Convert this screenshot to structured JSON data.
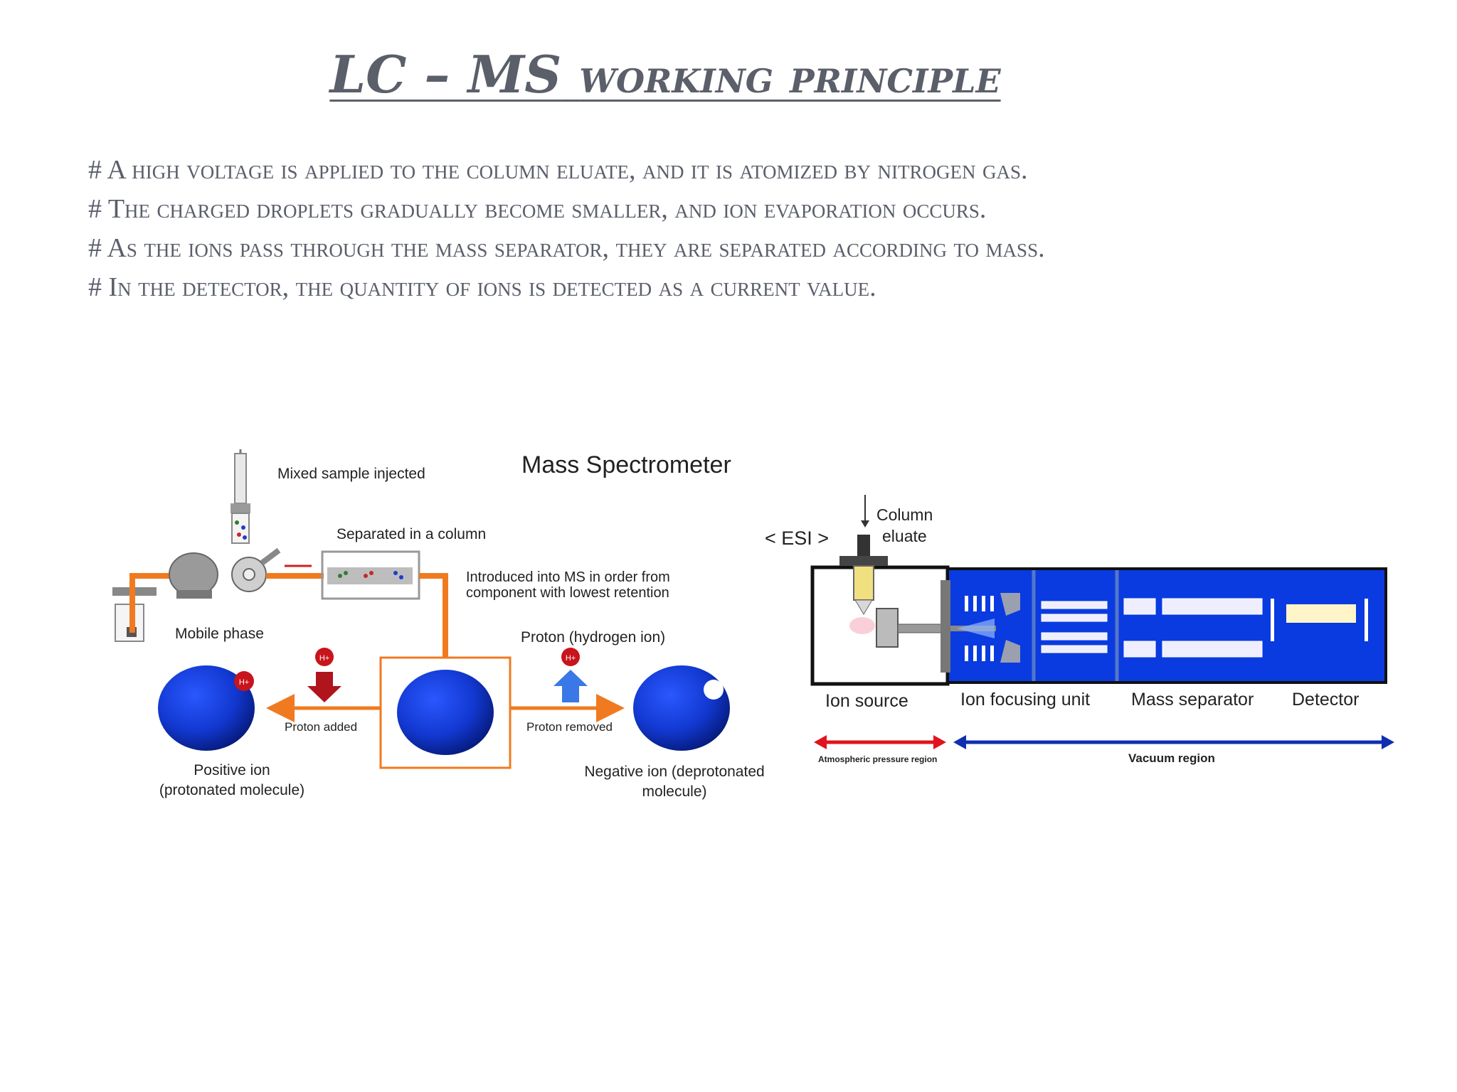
{
  "title": {
    "lead": "LC – MS",
    "rest": "working principle"
  },
  "bullets": [
    "# A high voltage is applied to the column eluate, and it is atomized by nitrogen gas.",
    "# The charged droplets gradually become smaller, and ion evaporation occurs.",
    "# As the ions pass through the mass separator, they are separated according to mass.",
    "# In the detector, the quantity of ions is detected as a current value."
  ],
  "diagram": {
    "heading": "Mass Spectrometer",
    "mixed_sample": "Mixed sample injected",
    "separated": "Separated in a column",
    "introduced_1": "Introduced into MS in order from",
    "introduced_2": "component with lowest retention",
    "mobile_phase": "Mobile phase",
    "proton_hydrogen": "Proton (hydrogen ion)",
    "h_label": "H+",
    "proton_added": "Proton added",
    "proton_removed": "Proton removed",
    "positive_1": "Positive ion",
    "positive_2": "(protonated molecule)",
    "negative_1": "Negative ion (deprotonated",
    "negative_2": "molecule)",
    "esi": "< ESI >",
    "column_1": "Column",
    "column_2": "eluate",
    "ion_source": "Ion source",
    "ion_focusing": "Ion focusing unit",
    "mass_separator": "Mass separator",
    "detector": "Detector",
    "atmospheric": "Atmospheric pressure region",
    "vacuum": "Vacuum region"
  },
  "colors": {
    "text": "#5a5f6a",
    "orange": "#f07a20",
    "blue": "#0a3be0",
    "red": "#e0141e",
    "navy": "#0f2fb0"
  }
}
